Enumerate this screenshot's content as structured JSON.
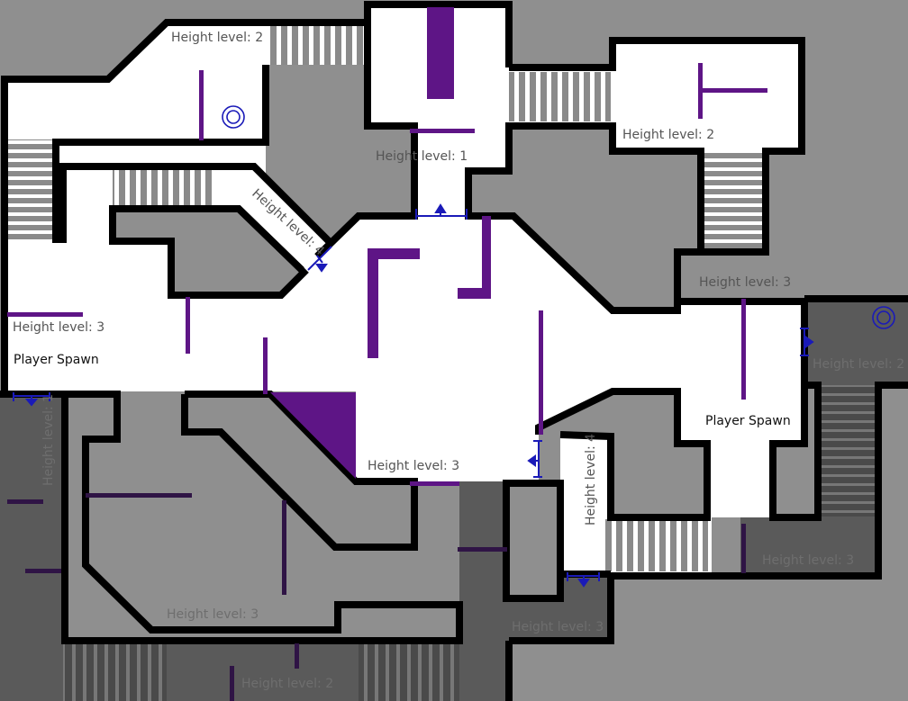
{
  "map": {
    "title": "",
    "colors": {
      "outside": "#8f8f8f",
      "room_floor": "#ffffff",
      "lower_floor": "#8f8f8f",
      "dark_floor": "#5a5a5a",
      "wall": "#000000",
      "cover": "#5e1586",
      "cover_dim": "#2f1445",
      "door": "#1a1ab8",
      "stair_light": "#8a8a8a",
      "stair_line": "#ffffff"
    },
    "labels": {
      "hl2_top_left": "Height level: 2",
      "hl1_top": "Height level: 1",
      "hl2_top_right": "Height level: 2",
      "hl4_diag": "Height level: 4",
      "hl3_left": "Height level: 3",
      "spawn_left": "Player Spawn",
      "hl3_right": "Height level: 3",
      "spawn_right": "Player Spawn",
      "hl3_center": "Height level: 3",
      "hl4_vertical": "Height level: 4",
      "hl2_far_right": "Height level: 2",
      "hl_left_vertical": "Height level: 1",
      "hl3_bottom_left": "Height level: 3",
      "hl3_bottom_mid": "Height level: 3",
      "hl3_bottom_right": "Height level: 3",
      "hl2_bottom": "Height level: 2"
    },
    "icons": {
      "objective_left": "objective-ring-icon",
      "objective_right": "objective-ring-icon",
      "door_arrow": "door-arrow-icon"
    }
  }
}
